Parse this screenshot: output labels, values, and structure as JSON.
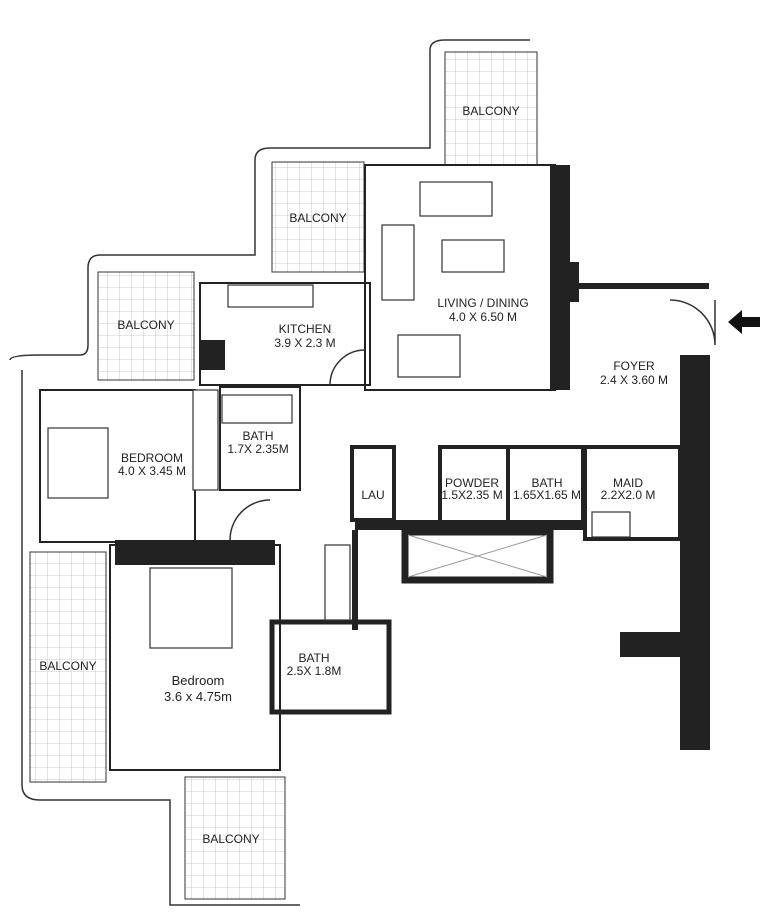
{
  "rooms": {
    "balcony_top_right": {
      "name": "BALCONY"
    },
    "balcony_top_mid": {
      "name": "BALCONY"
    },
    "balcony_left": {
      "name": "BALCONY"
    },
    "balcony_lower_left": {
      "name": "BALCONY"
    },
    "balcony_bottom": {
      "name": "BALCONY"
    },
    "living": {
      "name": "LIVING / DINING",
      "size": "4.0 X 6.50 M"
    },
    "kitchen": {
      "name": "KITCHEN",
      "size": "3.9 X 2.3 M"
    },
    "foyer": {
      "name": "FOYER",
      "size": "2.4 X 3.60 M"
    },
    "bedroom1": {
      "name": "BEDROOM",
      "size": "4.0 X 3.45 M"
    },
    "bath1": {
      "name": "BATH",
      "size": "1.7X 2.35M"
    },
    "lau": {
      "name": "LAU"
    },
    "powder": {
      "name": "POWDER",
      "size": "1.5X2.35 M"
    },
    "bath2": {
      "name": "BATH",
      "size": "1.65X1.65 M"
    },
    "maid": {
      "name": "MAID",
      "size": "2.2X2.0 M"
    },
    "bath3": {
      "name": "BATH",
      "size": "2.5X 1.8M"
    },
    "bedroom2": {
      "name": "Bedroom",
      "size": "3.6 x 4.75m"
    }
  },
  "entrance_icon": "arrow-left-icon"
}
